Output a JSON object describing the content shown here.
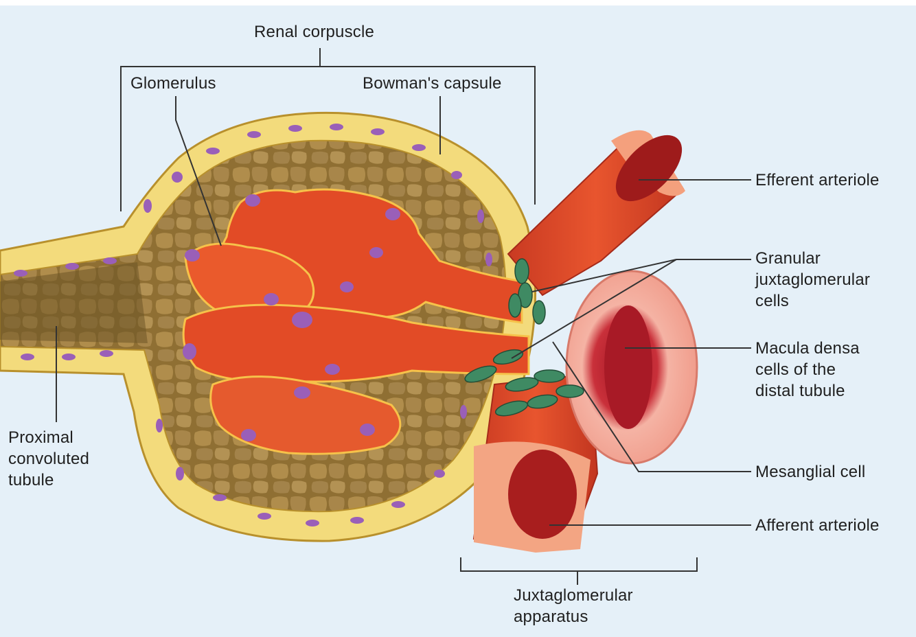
{
  "labels": {
    "renal_corpuscle": "Renal corpuscle",
    "glomerulus": "Glomerulus",
    "bowmans_capsule": "Bowman's capsule",
    "efferent_arteriole": "Efferent arteriole",
    "granular_cells": "Granular\njuxtaglomerular\ncells",
    "macula_densa": "Macula densa\ncells of the\ndistal tubule",
    "mesanglial_cell": "Mesanglial cell",
    "afferent_arteriole": "Afferent arteriole",
    "proximal_tubule": "Proximal\nconvoluted\ntubule",
    "jg_apparatus": "Juxtaglomerular\napparatus"
  },
  "colors": {
    "background": "#e5f0f8",
    "capsule_wall": "#f0d878",
    "capsule_interior": "#9b7a3c",
    "capillary": "#e24b26",
    "capillary_highlight": "#f6c24a",
    "nucleus": "#9a5fb8",
    "granular_cell": "#3f8a63",
    "distal_tubule": "#f0a090",
    "leader_line": "#333333"
  }
}
